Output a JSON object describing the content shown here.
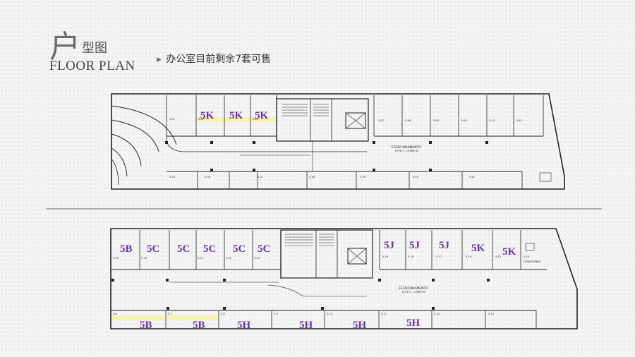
{
  "header": {
    "title_char": "户",
    "title_rest": "型图",
    "subtitle": "FLOOR PLAN",
    "note": "办公室目前剩余7套可售",
    "bullet": "➤"
  },
  "colors": {
    "unit_label": "#6a2fb0",
    "highlight": "#f6f3b0",
    "line": "#222222"
  },
  "plan_top": {
    "labels": [
      "5K",
      "5K",
      "5K"
    ],
    "room_codes_top": [
      "5.01",
      "5.02",
      "5.42",
      "5.47",
      "5.46",
      "5.45",
      "5.44",
      "5.43",
      "5.42"
    ],
    "room_codes_bottom": [
      "5.35",
      "5.36",
      "5.37",
      "5.38",
      "5.39",
      "5.40",
      "5.41"
    ],
    "parking": "ESTACIONAMENTO",
    "parking_sub": "LOTE 5 - CORPO B"
  },
  "plan_bottom": {
    "labels_top": [
      "5B",
      "5C",
      "5C",
      "5C",
      "5C",
      "5C",
      "5J",
      "5J",
      "5J",
      "5K",
      "5K"
    ],
    "labels_bottom": [
      "5B",
      "5B",
      "5H",
      "5H",
      "5H",
      "5H"
    ],
    "room_codes_top": [
      "5.25",
      "5.23",
      "5.22",
      "5.21",
      "5.20",
      "5.19",
      "5.18",
      "5.17",
      "5.16",
      "5.15",
      "5.14"
    ],
    "room_codes_bottom": [
      "5.6",
      "5.7",
      "5.8",
      "5.9",
      "5.10",
      "5.11",
      "5.12",
      "5.13"
    ],
    "parking": "ESTACIONAMENTO",
    "parking_sub": "LOTE 5 - CORPO B",
    "condo": "CONDOMÍNIO"
  }
}
